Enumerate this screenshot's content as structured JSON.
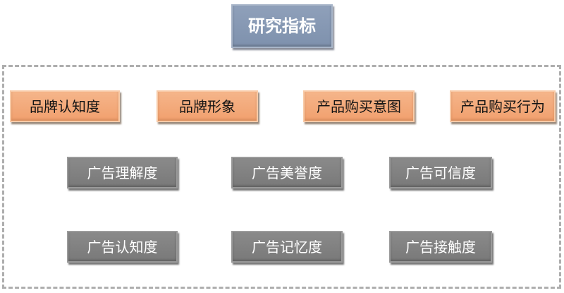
{
  "diagram": {
    "title": "研究指标",
    "level1": [
      {
        "label": "品牌认知度"
      },
      {
        "label": "品牌形象"
      },
      {
        "label": "产品购买意图"
      },
      {
        "label": "产品购买行为"
      }
    ],
    "level2": [
      {
        "label": "广告理解度"
      },
      {
        "label": "广告美誉度"
      },
      {
        "label": "广告可信度"
      }
    ],
    "level3": [
      {
        "label": "广告认知度"
      },
      {
        "label": "广告记忆度"
      },
      {
        "label": "广告接触度"
      }
    ]
  },
  "colors": {
    "title_fill_top": "#8fa0ba",
    "title_fill_bottom": "#7e91ad",
    "title_border": "#a9b6c9",
    "title_text": "#ffffff",
    "orange_fill_top": "#f5b58a",
    "orange_fill_bottom": "#f1a06e",
    "orange_border": "#f8cba8",
    "orange_text": "#141414",
    "gray_fill_top": "#8a8a8a",
    "gray_fill_bottom": "#797979",
    "gray_border": "#9b9b9b",
    "gray_text": "#ffffff",
    "frame_border": "#aeaeae",
    "page_bg": "#ffffff"
  }
}
